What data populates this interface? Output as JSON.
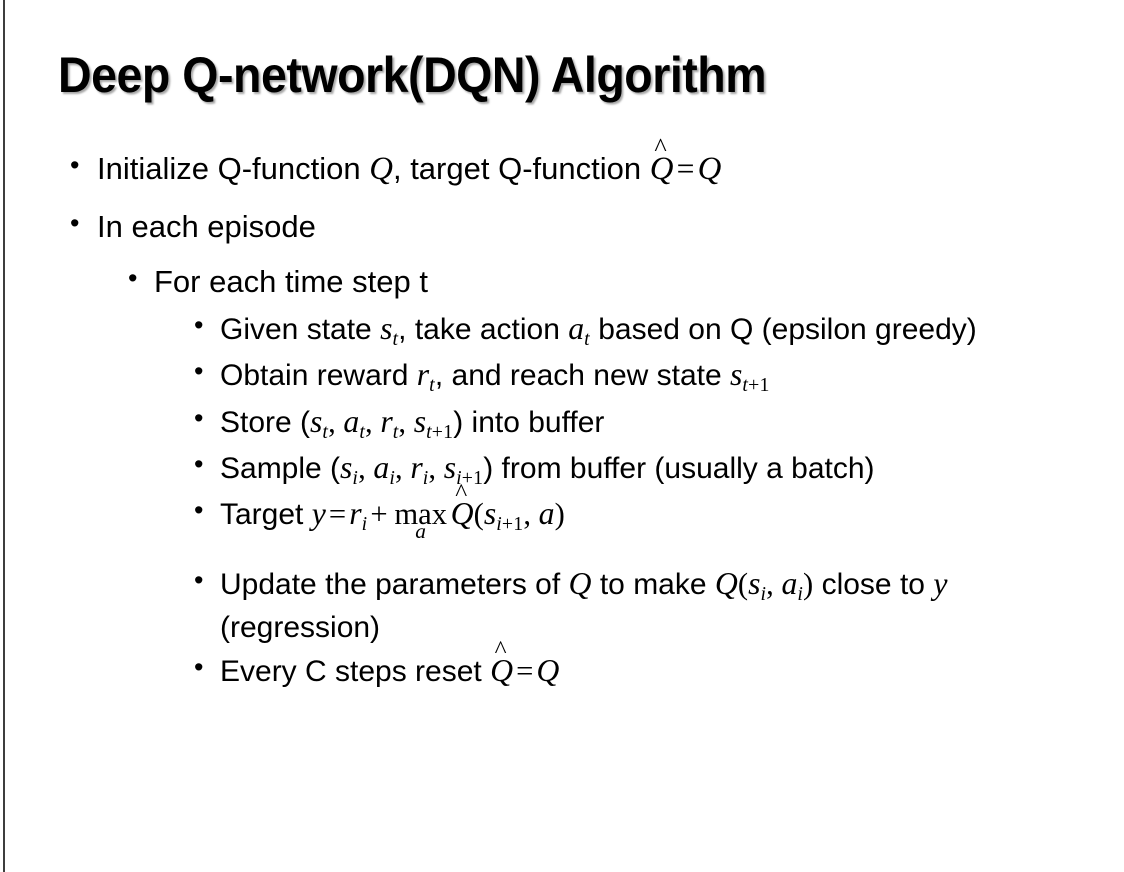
{
  "slide": {
    "title": "Deep Q-network(DQN) Algorithm",
    "background_color": "#ffffff",
    "text_color": "#000000",
    "edge_accent_color": "#3d3d3d",
    "bullet_glyph": "•"
  },
  "content": {
    "l1_initialize": {
      "prefix": "Initialize Q-function ",
      "var_q": "Q",
      "mid": ", target Q-function ",
      "qhat": "Q",
      "hat": "^",
      "equals": "=",
      "var_q2": "Q"
    },
    "l1_in_each_episode": "In each episode",
    "l2_for_each_time_step": "For each time step t",
    "l3_given_state": {
      "p1": "Given state ",
      "s": "s",
      "s_sub": "t",
      "p2": ", take action ",
      "a": "a",
      "a_sub": "t",
      "p3": " based on Q (epsilon greedy)"
    },
    "l3_obtain_reward": {
      "p1": "Obtain reward ",
      "r": "r",
      "r_sub": "t",
      "p2": ", and reach new state ",
      "s": "s",
      "s_sub_t": "t",
      "s_sub_plus": "+1"
    },
    "l3_store": {
      "p1": "Store (",
      "s": "s",
      "s_sub": "t",
      "c1": ", ",
      "a": "a",
      "a_sub": "t",
      "c2": ", ",
      "r": "r",
      "r_sub": "t",
      "c3": ", ",
      "s2": "s",
      "s2_sub_t": "t",
      "s2_sub_plus": "+1",
      "p2": ") into buffer"
    },
    "l3_sample": {
      "p1": "Sample (",
      "s": "s",
      "s_sub": "i",
      "c1": ", ",
      "a": "a",
      "a_sub": "i",
      "c2": ", ",
      "r": "r",
      "r_sub": "i",
      "c3": ", ",
      "s2": "s",
      "s2_sub_i": "i",
      "s2_sub_plus": "+1",
      "p2": ") from buffer (usually a batch)"
    },
    "l3_target": {
      "p1": "Target ",
      "y": "y",
      "eq": "=",
      "r": "r",
      "r_sub": "i",
      "plus": "+",
      "max": "max",
      "max_sub": "a",
      "qhat": "Q",
      "hat": "^",
      "open": "(",
      "s": "s",
      "s_sub_i": "i",
      "s_sub_plus": "+1",
      "comma": ", ",
      "a": "a",
      "close": ")"
    },
    "l3_update": {
      "p1": "Update the parameters of ",
      "q1": "Q",
      "p2": " to make ",
      "q2": "Q",
      "open": "(",
      "s": "s",
      "s_sub": "i",
      "comma": ", ",
      "a": "a",
      "a_sub": "i",
      "close": ")",
      "p3": " close to ",
      "y": "y",
      "p4": " (regression)"
    },
    "l3_reset": {
      "p1": "Every C steps reset ",
      "qhat": "Q",
      "hat": "^",
      "eq": "=",
      "q": "Q"
    }
  }
}
